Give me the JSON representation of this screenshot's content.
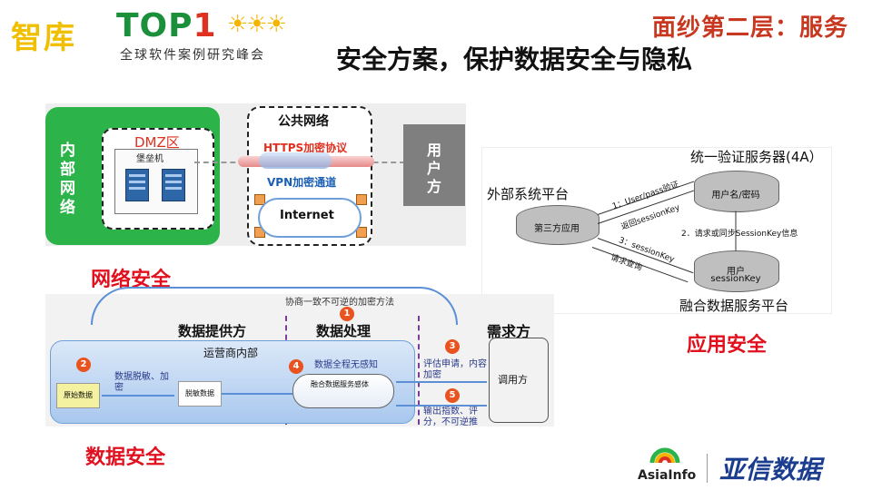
{
  "header": {
    "logo_zhiku": "智库",
    "logo_top": "TOP",
    "logo_top_one": "1",
    "logo_suns": "☀☀☀",
    "logo_subtitle": "全球软件案例研究峰会",
    "layer_title": "面纱第二层：服务",
    "main_title": "安全方案，保护数据安全与隐私"
  },
  "network": {
    "inner_network": "内部网络",
    "dmz": "DMZ区",
    "bastion": "堡垒机",
    "public_network": "公共网络",
    "https": "HTTPS加密协议",
    "vpn": "VPN加密通道",
    "internet": "Internet",
    "user": "用户方",
    "section_label": "网络安全"
  },
  "app": {
    "auth_server": "统一验证服务器(4A）",
    "external_platform": "外部系统平台",
    "third_party_app": "第三方应用",
    "user_pass": "用户名/密码",
    "step1": "1：User/pass验证",
    "step1_back": "返回sessionKey",
    "step2": "2．请求或同步SessionKey信息",
    "step3": "3：sessionKey",
    "step3_back": "请求查询",
    "user_session_1": "用户",
    "user_session_2": "sessionKey",
    "fusion_platform": "融合数据服务平台",
    "section_label": "应用安全"
  },
  "data": {
    "arc_label": "协商一致不可逆的加密方法",
    "provider": "数据提供方",
    "processing": "数据处理",
    "demand": "需求方",
    "operator_internal": "运营商内部",
    "desensitize": "数据脱敏、加密",
    "raw_data": "原始数据",
    "desensitized_data": "脱敏数据",
    "full_process": "数据全程无感知",
    "fusion_entity": "融合数据服务感体",
    "evaluate": "评估申请，内容加密",
    "output": "输出指数、评分，不可逆推",
    "caller": "调用方",
    "badges": [
      "1",
      "2",
      "3",
      "4",
      "5"
    ],
    "section_label": "数据安全"
  },
  "footer": {
    "asiainfo": "AsiaInfo",
    "yaxin": "亚信数据"
  },
  "colors": {
    "accent_red": "#e0101e",
    "green": "#2cb34a",
    "title_red": "#c8371f"
  }
}
